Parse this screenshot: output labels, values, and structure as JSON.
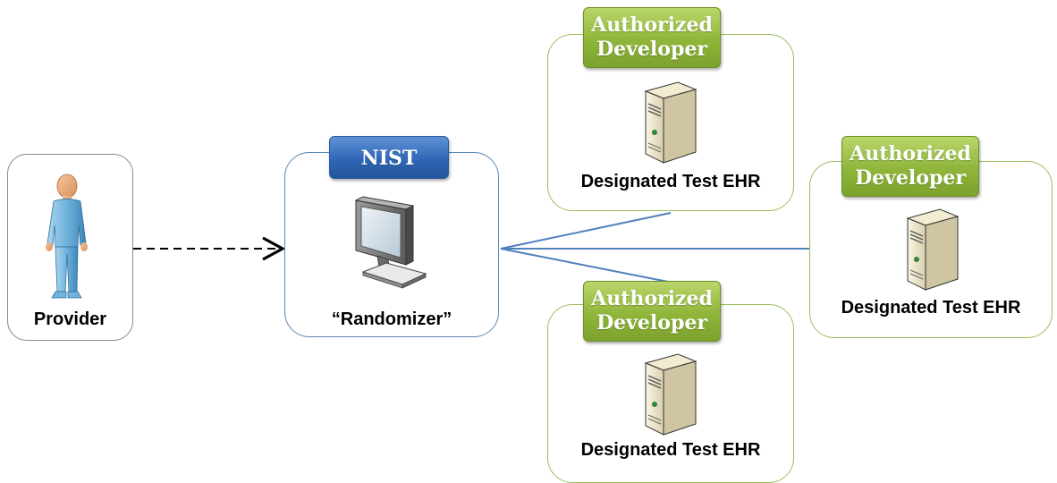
{
  "nodes": {
    "provider": {
      "label": "Provider"
    },
    "nist": {
      "tag": "NIST",
      "label": "“Randomizer”"
    },
    "developers": [
      {
        "tag_line1": "Authorized",
        "tag_line2": "Developer",
        "label": "Designated Test EHR"
      },
      {
        "tag_line1": "Authorized",
        "tag_line2": "Developer",
        "label": "Designated Test EHR"
      },
      {
        "tag_line1": "Authorized",
        "tag_line2": "Developer",
        "label": "Designated Test EHR"
      }
    ]
  },
  "icons": {
    "provider": "person-icon",
    "nist": "monitor-icon",
    "developers": "server-icon"
  },
  "colors": {
    "nist_tag": "#2f66b6",
    "developer_tag": "#8fb53a",
    "nist_border": "#5b86b8",
    "developer_border": "#9bbf5a",
    "provider_border": "#8a8a8a",
    "connector": "#4f81bd"
  }
}
